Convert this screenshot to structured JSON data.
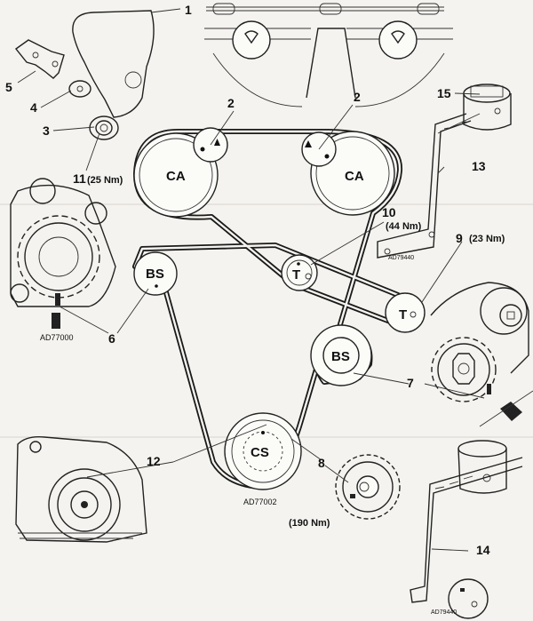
{
  "callouts": {
    "c1": "1",
    "c2a": "2",
    "c2b": "2",
    "c3": "3",
    "c4": "4",
    "c5": "5",
    "c6": "6",
    "c7": "7",
    "c8": "8",
    "c9": "9",
    "c10": "10",
    "c11": "11",
    "c12": "12",
    "c13": "13",
    "c14": "14",
    "c15": "15"
  },
  "torques": {
    "t9": "(23 Nm)",
    "t10": "(44 Nm)",
    "t11": "(25 Nm)",
    "t8": "(190 Nm)"
  },
  "pulleys": {
    "ca_left": "CA",
    "ca_right": "CA",
    "bs_left": "BS",
    "bs_right": "BS",
    "tensioner_upper": "T",
    "tensioner_lower": "T",
    "crankshaft": "CS"
  },
  "refs": {
    "left": "AD77000",
    "center": "AD77002",
    "tool13": "AD79440",
    "tool14": "AD79440"
  }
}
